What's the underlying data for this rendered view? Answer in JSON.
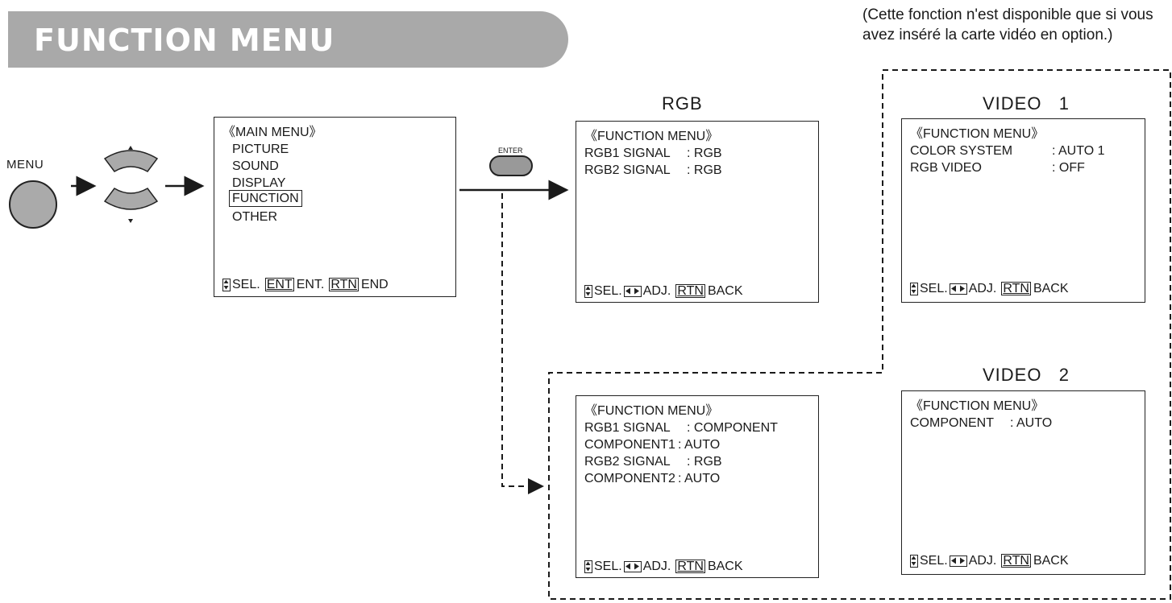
{
  "title": "FUNCTION MENU",
  "note": "(Cette fonction n'est disponible que si vous avez inséré la carte vidéo en option.)",
  "buttons": {
    "menu": "MENU",
    "enter": "ENTER"
  },
  "main_menu": {
    "header": "《MAIN MENU》",
    "items": [
      "PICTURE",
      "SOUND",
      "DISPLAY",
      "FUNCTION",
      "OTHER"
    ],
    "selected": "FUNCTION",
    "footer": {
      "sel": "SEL.",
      "ent_key": "ENT",
      "ent": "ENT.",
      "rtn_key": "RTN",
      "end": "END"
    }
  },
  "rgb": {
    "heading": "RGB",
    "header": "《FUNCTION MENU》",
    "rows": [
      {
        "label": "RGB1 SIGNAL",
        "value": ": RGB"
      },
      {
        "label": "RGB2 SIGNAL",
        "value": ": RGB"
      }
    ]
  },
  "component": {
    "header": "《FUNCTION MENU》",
    "rows": [
      {
        "label": "RGB1 SIGNAL",
        "value": ": COMPONENT"
      },
      {
        "label": "COMPONENT1",
        "value": ": AUTO"
      },
      {
        "label": "RGB2 SIGNAL",
        "value": ": RGB"
      },
      {
        "label": "COMPONENT2",
        "value": ": AUTO"
      }
    ]
  },
  "video1": {
    "heading": "VIDEO   1",
    "header": "《FUNCTION MENU》",
    "rows": [
      {
        "label": "COLOR SYSTEM",
        "value": ": AUTO 1"
      },
      {
        "label": "RGB VIDEO",
        "value": ": OFF"
      }
    ]
  },
  "video2": {
    "heading": "VIDEO   2",
    "header": "《FUNCTION MENU》",
    "rows": [
      {
        "label": "COMPONENT",
        "value": ": AUTO"
      }
    ]
  },
  "footer_adj": {
    "sel": "SEL.",
    "adj": "ADJ.",
    "rtn_key": "RTN",
    "back": "BACK"
  },
  "colors": {
    "banner": "#a9a9a9",
    "button_fill": "#aaaaaa",
    "ink": "#1a1a1a"
  },
  "icons": [
    "up-down-arrow-icon",
    "left-right-arrow-icon",
    "arrow-right-icon",
    "selector-up-icon",
    "selector-down-icon"
  ]
}
